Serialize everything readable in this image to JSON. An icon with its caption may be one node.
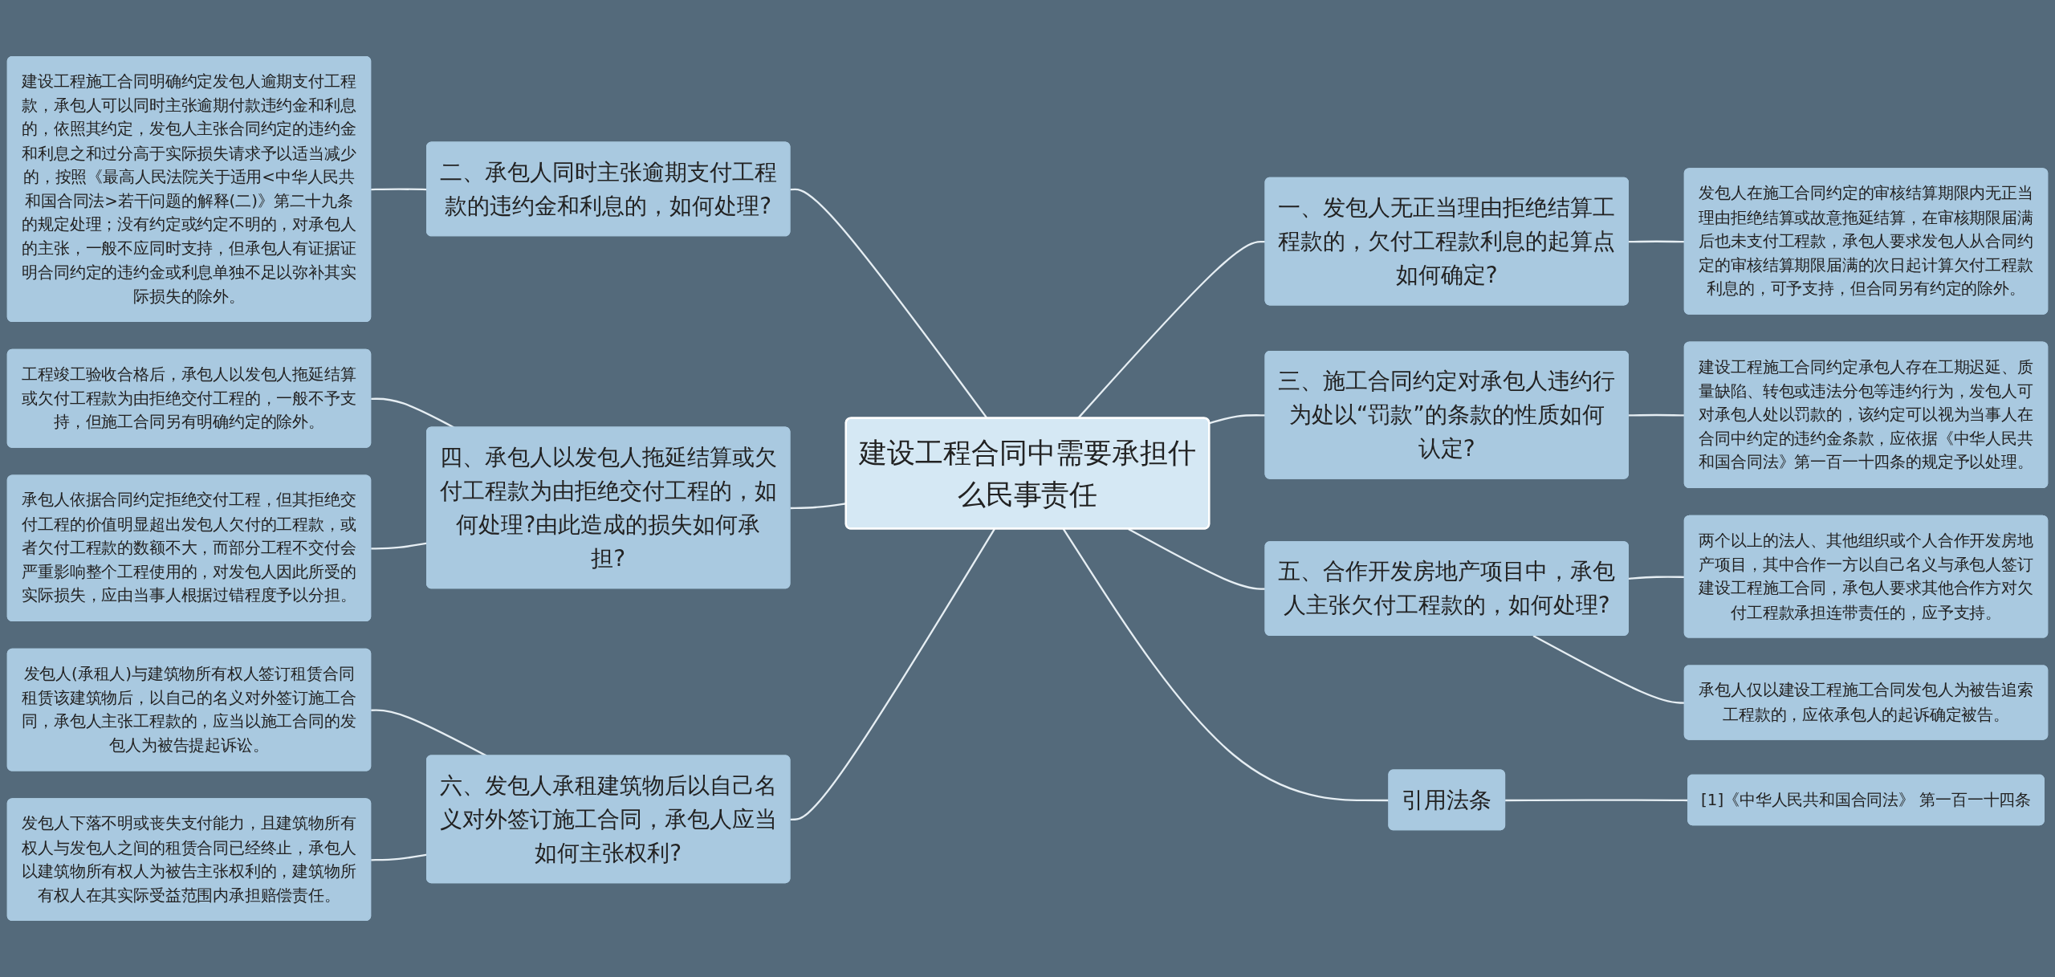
{
  "diagram": {
    "nodes": [
      {
        "text": [
          "建设工程合同中需要承担什么民事责任"
        ]
      },
      {
        "text": [
          "二、承包人同时主张逾期支付工程款的违约金和利息的，如何处理?"
        ]
      },
      {
        "text": [
          "建设工程施工合同明确约定发包人逾期支付工程款，承包人可以同时主张逾期付款违约金和利息的，依照其约定，发包人主张合同约定的违约金和利息之和过分高于实际损失请求予以适当减少的，按照《最高人民法院关于适用<中华人民共和国合同法>若干问题的解释(二)》第二十九条的规定处理；没有约定或约定不明的，对承包人的主张，一般不应同时支持，但承包人有证据证明合同约定的违约金或利息单独不足以弥补其实际损失的除外。"
        ]
      },
      {
        "text": [
          "四、承包人以发包人拖延结算或欠付工程款为由拒绝交付工程的，如何处理?由此造成的损失如何承担?"
        ]
      },
      {
        "text": [
          "工程竣工验收合格后，承包人以发包人拖延结算或欠付工程款为由拒绝交付工程的，一般不予支持，但施工合同另有明确约定的除外。"
        ]
      },
      {
        "text": [
          "承包人依据合同约定拒绝交付工程，但其拒绝交付工程的价值明显超出发包人欠付的工程款，或者欠付工程款的数额不大，而部分工程不交付会严重影响整个工程使用的，对发包人因此所受的实际损失，应由当事人根据过错程度予以分担。"
        ]
      },
      {
        "text": [
          "六、发包人承租建筑物后以自己名义对外签订施工合同，承包人应当如何主张权利?"
        ]
      },
      {
        "text": [
          "发包人(承租人)与建筑物所有权人签订租赁合同租赁该建筑物后，以自己的名义对外签订施工合同，承包人主张工程款的，应当以施工合同的发包人为被告提起诉讼。"
        ]
      },
      {
        "text": [
          "发包人下落不明或丧失支付能力，且建筑物所有权人与发包人之间的租赁合同已经终止，承包人以建筑物所有权人为被告主张权利的，建筑物所有权人在其实际受益范围内承担赔偿责任。"
        ]
      },
      {
        "text": [
          "一、发包人无正当理由拒绝结算工程款的，欠付工程款利息的起算点如何确定?"
        ]
      },
      {
        "text": [
          "发包人在施工合同约定的审核结算期限内无正当理由拒绝结算或故意拖延结算，在审核期限届满后也未支付工程款，承包人要求发包人从合同约定的审核结算期限届满的次日起计算欠付工程款利息的，可予支持，但合同另有约定的除外。"
        ]
      },
      {
        "text": [
          "三、施工合同约定对承包人违约行为处以“罚款”的条款的性质如何认定?"
        ]
      },
      {
        "text": [
          "建设工程施工合同约定承包人存在工期迟延、质量缺陷、转包或违法分包等违约行为，发包人可对承包人处以罚款的，该约定可以视为当事人在合同中约定的违约金条款，应依据《中华人民共和国合同法》第一百一十四条的规定予以处理。"
        ]
      },
      {
        "text": [
          "五、合作开发房地产项目中，承包人主张欠付工程款的，如何处理?"
        ]
      },
      {
        "text": [
          "两个以上的法人、其他组织或个人合作开发房地产项目，其中合作一方以自己名义与承包人签订建设工程施工合同，承包人要求其他合作方对欠付工程款承担连带责任的，应予支持。"
        ]
      },
      {
        "text": [
          "承包人仅以建设工程施工合同发包人为被告追索工程款的，应依承包人的起诉确定被告。"
        ]
      },
      {
        "text": [
          "引用法条"
        ]
      },
      {
        "text": [
          "[1]《中华人民共和国合同法》 第一百一十四条"
        ]
      }
    ],
    "edges": [
      {
        "from": 0,
        "to": 1,
        "arrow": "none"
      },
      {
        "from": 1,
        "to": 2,
        "arrow": "none"
      },
      {
        "from": 0,
        "to": 3,
        "arrow": "none"
      },
      {
        "from": 3,
        "to": 4,
        "arrow": "none"
      },
      {
        "from": 3,
        "to": 5,
        "arrow": "none"
      },
      {
        "from": 0,
        "to": 6,
        "arrow": "none"
      },
      {
        "from": 6,
        "to": 7,
        "arrow": "none"
      },
      {
        "from": 6,
        "to": 8,
        "arrow": "none"
      },
      {
        "from": 0,
        "to": 9,
        "arrow": "none"
      },
      {
        "from": 9,
        "to": 10,
        "arrow": "none"
      },
      {
        "from": 0,
        "to": 11,
        "arrow": "none"
      },
      {
        "from": 11,
        "to": 12,
        "arrow": "none"
      },
      {
        "from": 0,
        "to": 13,
        "arrow": "none"
      },
      {
        "from": 13,
        "to": 14,
        "arrow": "none"
      },
      {
        "from": 13,
        "to": 15,
        "arrow": "none"
      },
      {
        "from": 0,
        "to": 16,
        "arrow": "none"
      },
      {
        "from": 16,
        "to": 17,
        "arrow": "none"
      }
    ]
  }
}
